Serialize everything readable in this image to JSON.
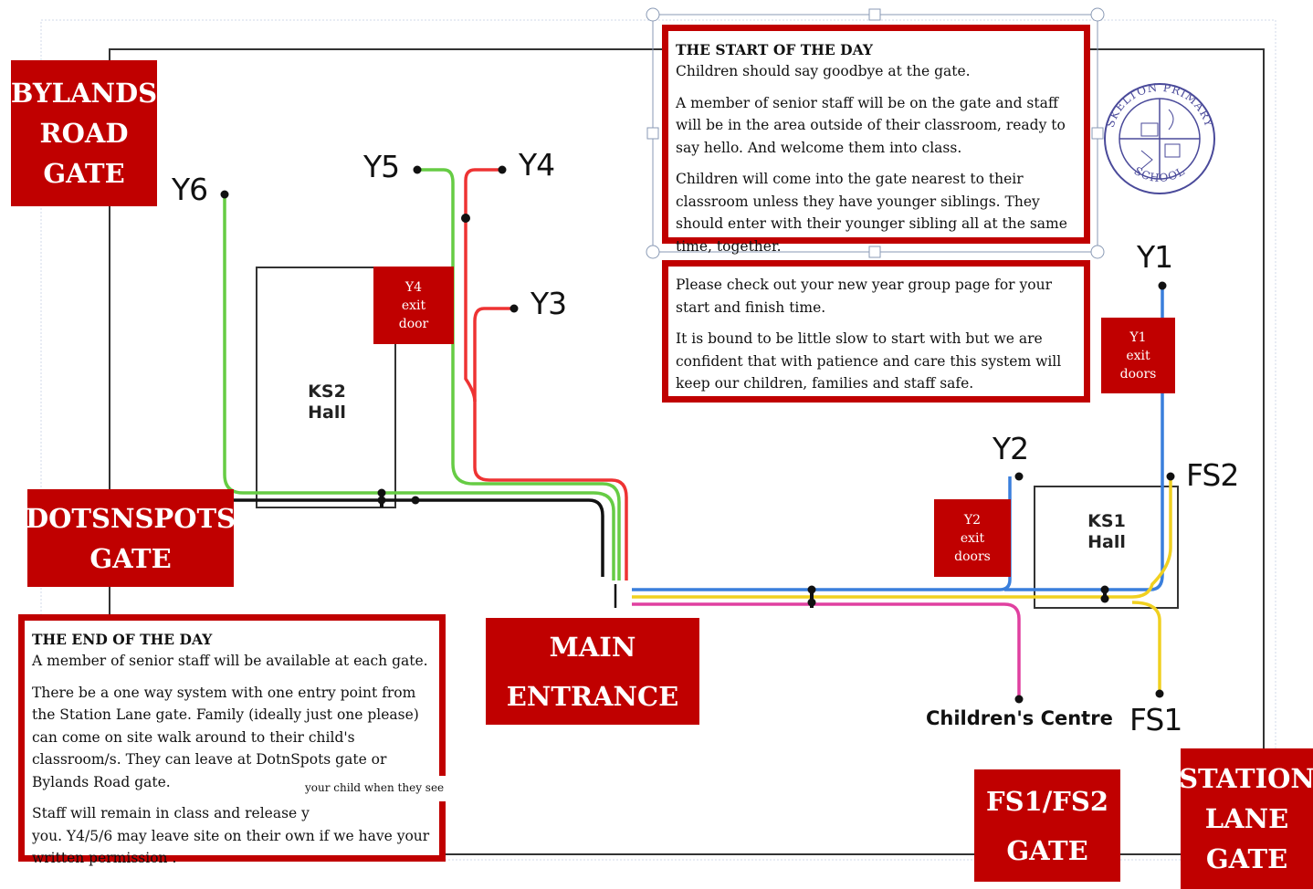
{
  "gates": {
    "bylands": [
      "BYLANDS",
      "ROAD",
      "GATE"
    ],
    "dotsnspots": [
      "DOTSNSPOTS",
      "GATE"
    ],
    "main": [
      "MAIN",
      "ENTRANCE"
    ],
    "fs1fs2": [
      "FS1/FS2",
      "GATE"
    ],
    "station": [
      "STATION",
      "LANE",
      "GATE"
    ]
  },
  "exit_labels": {
    "y4": [
      "Y4",
      "exit",
      "door"
    ],
    "y1": [
      "Y1",
      "exit",
      "doors"
    ],
    "y2": [
      "Y2",
      "exit",
      "doors"
    ]
  },
  "year_labels": {
    "y6": "Y6",
    "y5": "Y5",
    "y4": "Y4",
    "y3": "Y3",
    "y1": "Y1",
    "y2": "Y2",
    "fs2": "FS2",
    "fs1": "FS1",
    "childrens_centre": "Children's Centre"
  },
  "halls": {
    "ks2": [
      "KS2",
      "Hall"
    ],
    "ks1": [
      "KS1",
      "Hall"
    ]
  },
  "logo": {
    "text": "SKELTON PRIMARY SCHOOL",
    "color": "#4a4a9a"
  },
  "start_box": {
    "heading": "THE START OF THE DAY",
    "paragraphs": [
      "Children should say goodbye at the gate.",
      "A member of senior staff will be on the gate and staff will be in the area outside of their classroom, ready to say hello. And welcome them into class.",
      "Children will come into the gate nearest to their classroom unless they have younger siblings. They should enter with their younger sibling all at the same time, together."
    ]
  },
  "info_box": {
    "paragraphs": [
      "Please check out your new year group page for your start and finish time.",
      "It is bound to be  little slow to start with but we are confident that with patience and care this system will keep our children, families and staff safe."
    ]
  },
  "end_box": {
    "heading": "THE END OF THE DAY",
    "paragraphs": [
      "A member of senior staff will be available at each gate.",
      "There be a one way system with one entry point from the Station Lane gate. Family (ideally just one please)  can come on site walk around to their child's classroom/s. They can leave at DotnSpots gate or Bylands Road gate.",
      "Staff will remain in class and release y",
      "you. Y4/5/6 may leave site on their own if we have your written permission ."
    ],
    "overlay_text": "your child when they see"
  },
  "colors": {
    "accent": "#c00000",
    "green": "#66cc44",
    "red_line": "#ee3333",
    "blue": "#3a7fdc",
    "yellow": "#f0d020",
    "pink": "#e040a0",
    "black": "#111111"
  }
}
